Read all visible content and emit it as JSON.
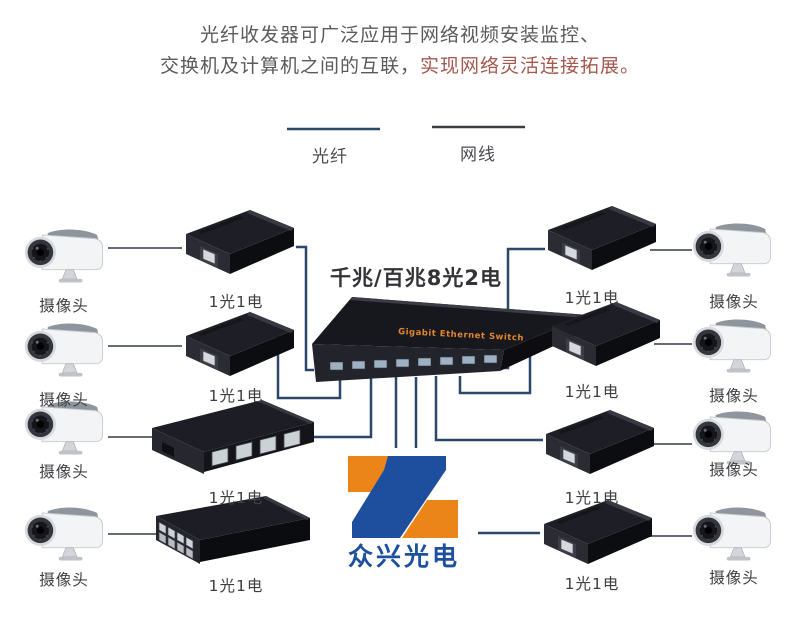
{
  "title": {
    "line1": "光纤收发器可广泛应用于网络视频安装监控、",
    "line2a": "交换机及计算机之间的互联，",
    "line2b": "实现网络灵活连接拓展。"
  },
  "legend": {
    "fiber": {
      "label": "光纤",
      "color": "#2b4768"
    },
    "ethernet": {
      "label": "网线",
      "color": "#3a3d41"
    }
  },
  "switch": {
    "label": "千兆/百兆8光2电",
    "device_text": "Gigabit Ethernet Switch"
  },
  "rows": {
    "left": [
      {
        "camera_label": "摄像头",
        "device_label": "1光1电"
      },
      {
        "camera_label": "摄像头",
        "device_label": "1光1电"
      },
      {
        "camera_label": "摄像头",
        "device_label": "1光1电"
      },
      {
        "camera_label": "摄像头",
        "device_label": "1光1电"
      }
    ],
    "right": [
      {
        "camera_label": "摄像头",
        "device_label": "1光1电"
      },
      {
        "camera_label": "摄像头",
        "device_label": "1光1电"
      },
      {
        "camera_label": "摄像头",
        "device_label": "1光1电"
      },
      {
        "camera_label": "摄像头",
        "device_label": "1光1电"
      }
    ]
  },
  "logo": {
    "text": "众兴光电",
    "blue": "#1d4f9e",
    "orange": "#ec8519"
  },
  "colors": {
    "title_text": "#5a5a5e",
    "title_highlight": "#a4584e",
    "fiber_line": "#2b4768",
    "ethernet_line": "#666c72",
    "device_body": "#1e1f26",
    "switch_print_orange": "#e2862d"
  }
}
